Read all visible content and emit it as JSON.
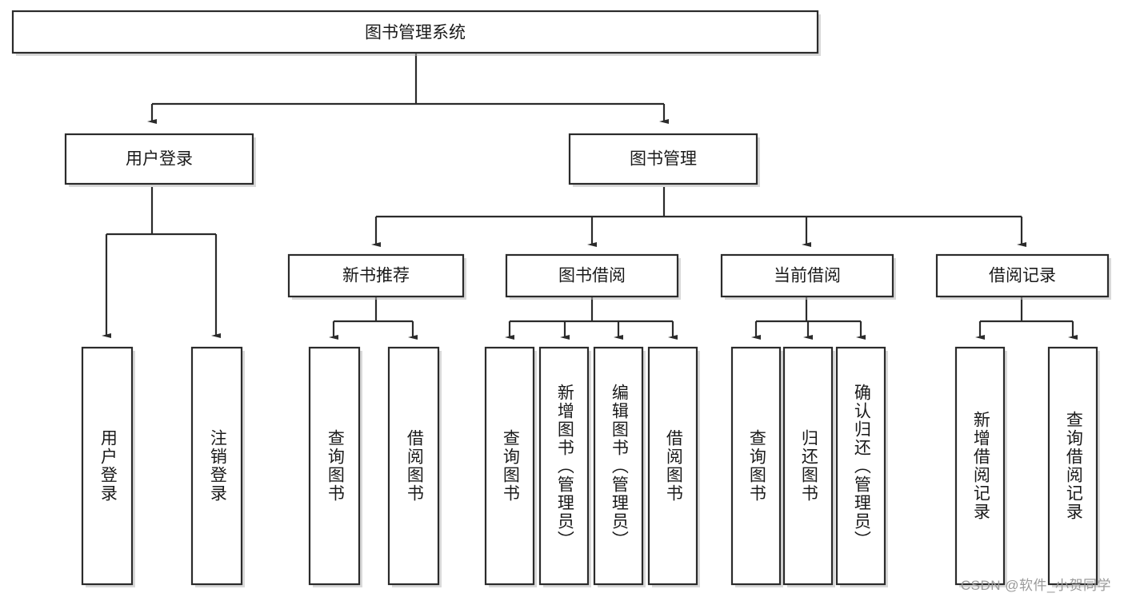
{
  "diagram": {
    "title": "图书管理系统",
    "watermark": "CSDN @软件_小贺同学",
    "colors": {
      "stroke": "#2b2b2b",
      "fill": "#ffffff",
      "text": "#1a1a1a",
      "shadow": "#b9b9b9",
      "watermark": "#9a9a9a"
    },
    "levels": {
      "root": "图书管理系统",
      "level2": [
        "用户登录",
        "图书管理"
      ],
      "level3": [
        "新书推荐",
        "图书借阅",
        "当前借阅",
        "借阅记录"
      ]
    },
    "nodes": {
      "root": {
        "label": "图书管理系统",
        "orientation": "horizontal"
      },
      "user_login": {
        "label": "用户登录",
        "orientation": "horizontal"
      },
      "book_manage": {
        "label": "图书管理",
        "orientation": "horizontal"
      },
      "new_book_rec": {
        "label": "新书推荐",
        "orientation": "horizontal"
      },
      "book_borrow": {
        "label": "图书借阅",
        "orientation": "horizontal"
      },
      "current_borrow": {
        "label": "当前借阅",
        "orientation": "horizontal"
      },
      "borrow_record": {
        "label": "借阅记录",
        "orientation": "horizontal"
      },
      "leaf_user_login": {
        "label": "用户登录",
        "orientation": "vertical"
      },
      "leaf_logout": {
        "label": "注销登录",
        "orientation": "vertical"
      },
      "leaf_query_book_1": {
        "label": "查询图书",
        "orientation": "vertical"
      },
      "leaf_borrow_book_1": {
        "label": "借阅图书",
        "orientation": "vertical"
      },
      "leaf_query_book_2": {
        "label": "查询图书",
        "orientation": "vertical"
      },
      "leaf_add_book": {
        "label": "新增图书（管理员）",
        "orientation": "vertical"
      },
      "leaf_edit_book": {
        "label": "编辑图书（管理员）",
        "orientation": "vertical"
      },
      "leaf_borrow_book_2": {
        "label": "借阅图书",
        "orientation": "vertical"
      },
      "leaf_query_book_3": {
        "label": "查询图书",
        "orientation": "vertical"
      },
      "leaf_return_book": {
        "label": "归还图书",
        "orientation": "vertical"
      },
      "leaf_confirm_return": {
        "label": "确认归还（管理员）",
        "orientation": "vertical"
      },
      "leaf_add_record": {
        "label": "新增借阅记录",
        "orientation": "vertical"
      },
      "leaf_query_record": {
        "label": "查询借阅记录",
        "orientation": "vertical"
      }
    },
    "tree": {
      "name": "图书管理系统",
      "children": [
        {
          "name": "用户登录",
          "children": [
            {
              "name": "用户登录"
            },
            {
              "name": "注销登录"
            }
          ]
        },
        {
          "name": "图书管理",
          "children": [
            {
              "name": "新书推荐",
              "children": [
                {
                  "name": "查询图书"
                },
                {
                  "name": "借阅图书"
                }
              ]
            },
            {
              "name": "图书借阅",
              "children": [
                {
                  "name": "查询图书"
                },
                {
                  "name": "新增图书（管理员）"
                },
                {
                  "name": "编辑图书（管理员）"
                },
                {
                  "name": "借阅图书"
                }
              ]
            },
            {
              "name": "当前借阅",
              "children": [
                {
                  "name": "查询图书"
                },
                {
                  "name": "归还图书"
                },
                {
                  "name": "确认归还（管理员）"
                }
              ]
            },
            {
              "name": "借阅记录",
              "children": [
                {
                  "name": "新增借阅记录"
                },
                {
                  "name": "查询借阅记录"
                }
              ]
            }
          ]
        }
      ]
    }
  }
}
